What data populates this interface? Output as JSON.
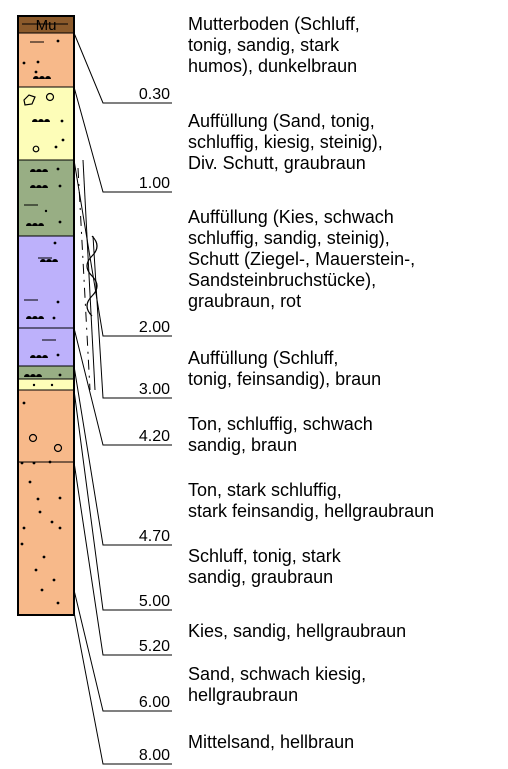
{
  "colors": {
    "mutterboden": "#8b5a2b",
    "orange": "#f7b98a",
    "yellow": "#fdfdb8",
    "green": "#98ae84",
    "purple": "#bdb1fb",
    "line": "#000000"
  },
  "column": {
    "top_code": "Mu",
    "layers": [
      {
        "id": "mu",
        "color": "mutterboden",
        "pattern": "label"
      },
      {
        "id": "schluff1",
        "color": "orange",
        "pattern": "silt-dots"
      },
      {
        "id": "auff-sand",
        "color": "yellow",
        "pattern": "gravel-stone"
      },
      {
        "id": "auff-kies",
        "color": "green",
        "pattern": "kies"
      },
      {
        "id": "auff-schutt",
        "color": "purple",
        "pattern": "schutt"
      },
      {
        "id": "auff-schluff",
        "color": "purple",
        "pattern": "silt"
      },
      {
        "id": "ton1",
        "color": "green",
        "pattern": "silt-dots"
      },
      {
        "id": "ton2",
        "color": "yellow",
        "pattern": "fine-dots"
      },
      {
        "id": "schluff2",
        "color": "orange",
        "pattern": "gravel"
      },
      {
        "id": "sand",
        "color": "orange",
        "pattern": "sand-dots"
      }
    ]
  },
  "depths": [
    "0.30",
    "1.00",
    "2.00",
    "3.00",
    "4.20",
    "4.70",
    "5.00",
    "5.20",
    "6.00",
    "8.00"
  ],
  "descriptions": [
    {
      "lines": [
        "Mutterboden (Schluff,",
        "tonig, sandig, stark",
        "humos), dunkelbraun"
      ]
    },
    {
      "lines": [
        "Auffüllung (Sand, tonig,",
        "schluffig, kiesig, steinig),",
        "Div. Schutt, graubraun"
      ]
    },
    {
      "lines": [
        "Auffüllung (Kies, schwach",
        "schluffig, sandig, steinig),",
        "Schutt (Ziegel-, Mauerstein-,",
        "Sandsteinbruchstücke),",
        "graubraun, rot"
      ]
    },
    {
      "lines": [
        "Auffüllung (Schluff,",
        "tonig, feinsandig), braun"
      ]
    },
    {
      "lines": [
        "Ton, schluffig, schwach",
        "sandig, braun"
      ]
    },
    {
      "lines": [
        "Ton, stark schluffig,",
        "stark feinsandig, hellgraubraun"
      ]
    },
    {
      "lines": [
        "Schluff, tonig, stark",
        "sandig, graubraun"
      ]
    },
    {
      "lines": [
        "Kies, sandig, hellgraubraun"
      ]
    },
    {
      "lines": [
        "Sand, schwach kiesig,",
        "hellgraubraun"
      ]
    },
    {
      "lines": [
        "Mittelsand, hellbraun"
      ]
    }
  ]
}
